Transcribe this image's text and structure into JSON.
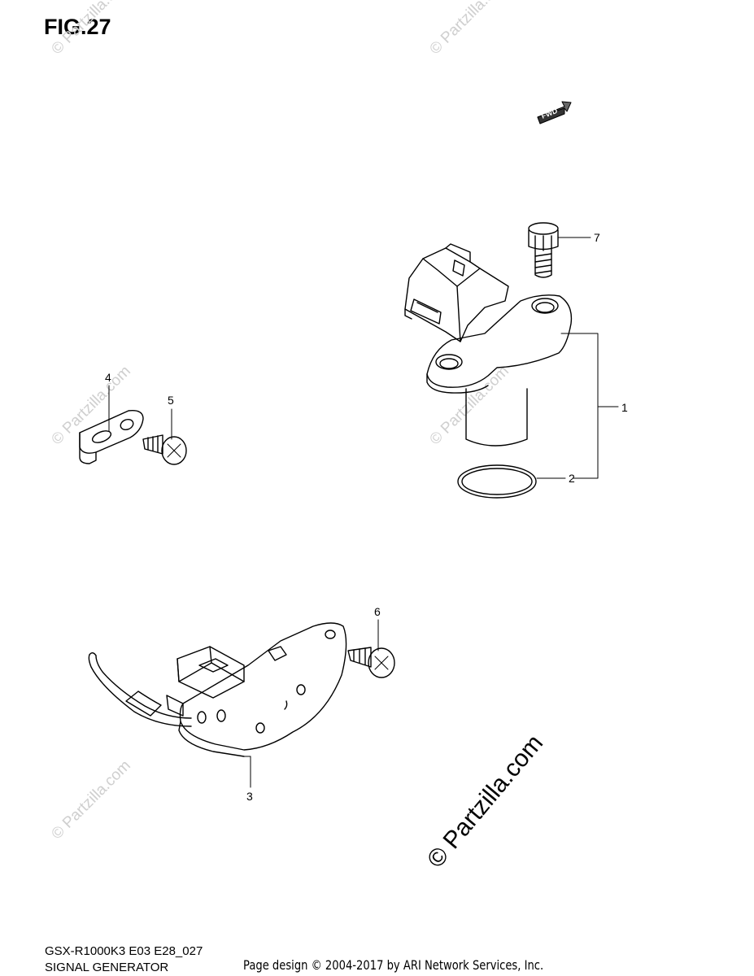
{
  "figure": {
    "title": "FIG.27"
  },
  "fwd_label": "FWD",
  "callouts": {
    "c1": "1",
    "c2": "2",
    "c3": "3",
    "c4": "4",
    "c5": "5",
    "c6": "6",
    "c7": "7"
  },
  "footer": {
    "model_code": "GSX-R1000K3 E03 E28_027",
    "section_name": "SIGNAL GENERATOR",
    "credit": "Page design © 2004-2017 by ARI Network Services, Inc."
  },
  "watermark": {
    "text": "© Partzilla.com",
    "main_text": "© Partzilla.com"
  }
}
